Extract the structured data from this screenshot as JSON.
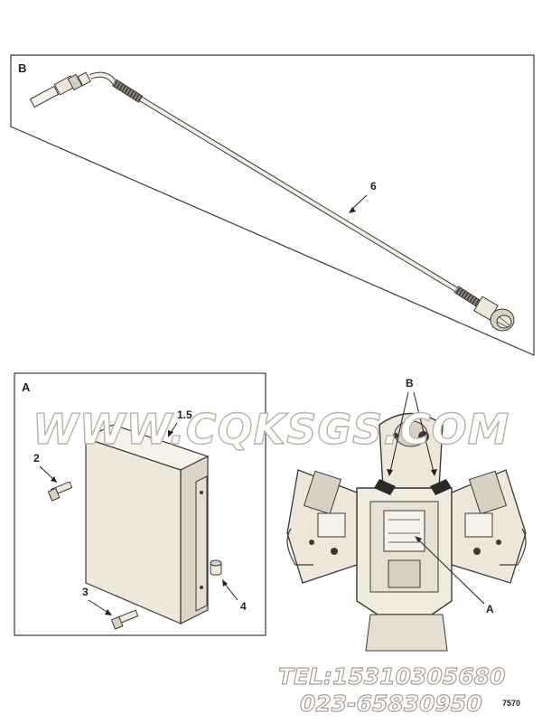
{
  "panel_b": {
    "label": "B",
    "callouts": [
      {
        "text": "6"
      }
    ]
  },
  "panel_a": {
    "label": "A",
    "callouts": [
      {
        "text": "1.5"
      },
      {
        "text": "2"
      },
      {
        "text": "3"
      },
      {
        "text": "4"
      }
    ]
  },
  "engine_view": {
    "callouts": [
      {
        "text": "B"
      },
      {
        "text": "A"
      }
    ],
    "corner_code": "7570"
  },
  "watermark": {
    "text": "WWW.CQKSGS.COM"
  },
  "contact": {
    "tel": "TEL:15310305680",
    "phone": "023-65830950"
  },
  "colors": {
    "line": "#3a3a3a",
    "part_fill": "#efe9dc",
    "watermark_outline": "#b9b3a6"
  }
}
